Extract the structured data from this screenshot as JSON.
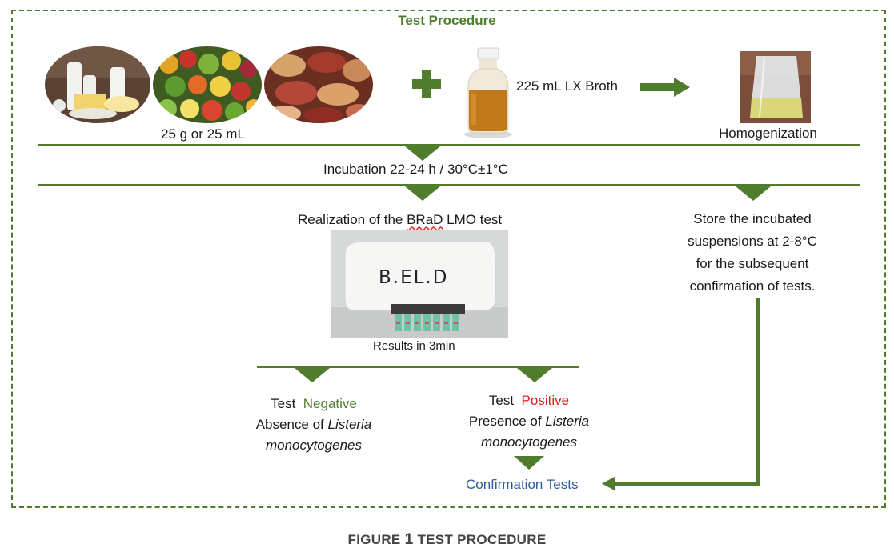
{
  "title": "Test Procedure",
  "sample_amount": "25 g or 25 mL",
  "broth_label": "225 mL LX Broth",
  "homogenization": "Homogenization",
  "incubation": "Incubation 22-24 h / 30°C±1°C",
  "realization_prefix": "Realization of the ",
  "realization_brand": "BRaD",
  "realization_suffix": " LMO test",
  "device_label": "B.EL.D",
  "results": "Results in 3min",
  "store_lines": [
    "Store the incubated",
    "suspensions at 2-8°C",
    "for the subsequent",
    "confirmation of tests."
  ],
  "negative": {
    "test": "Test",
    "result": "Negative",
    "line1_prefix": "Absence of ",
    "line1_italic": "Listeria",
    "line2_italic": "monocytogenes"
  },
  "positive": {
    "test": "Test",
    "result": "Positive",
    "line1_prefix": "Presence of ",
    "line1_italic": "Listeria",
    "line2_italic": "monocytogenes"
  },
  "confirmation": "Confirmation Tests",
  "caption": {
    "word": "FIGURE",
    "num": "1",
    "rest": "TEST PROCEDURE"
  },
  "colors": {
    "green": "#4f7d2d",
    "positive": "#e01b1b",
    "confirmation": "#2e5c9a"
  },
  "icons": [
    "dairy-products-image",
    "vegetables-image",
    "meat-products-image",
    "plus-icon",
    "broth-bottle-image",
    "arrow-right-icon",
    "stomacher-bag-image",
    "device-image",
    "arrow-left-icon"
  ]
}
